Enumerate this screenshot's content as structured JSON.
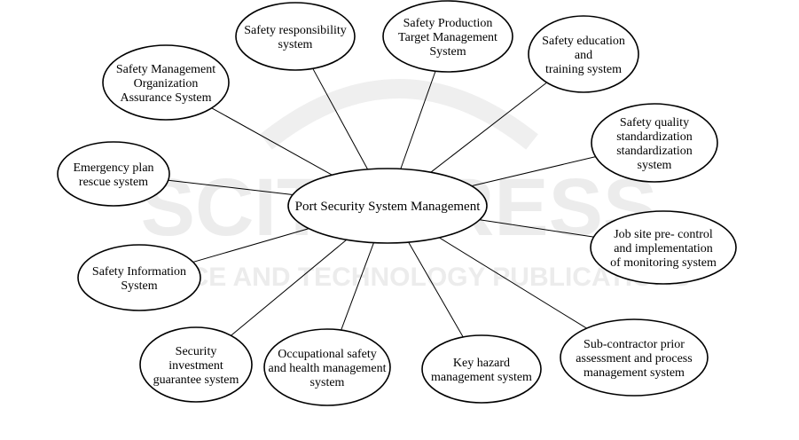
{
  "watermark": {
    "main": "SCITEPRESS",
    "sub": "SCIENCE AND TECHNOLOGY PUBLICATIONS"
  },
  "diagram": {
    "center": {
      "lines": [
        "Port Security System Management"
      ]
    },
    "nodes": [
      {
        "id": "safety-responsibility-system",
        "lines": [
          "Safety responsibility",
          "system"
        ]
      },
      {
        "id": "safety-production-target-management-system",
        "lines": [
          "Safety Production",
          "Target Management",
          "System"
        ]
      },
      {
        "id": "safety-education-training-system",
        "lines": [
          "Safety education",
          "and",
          "training system"
        ]
      },
      {
        "id": "safety-management-organization-assurance-system",
        "lines": [
          "Safety Management",
          "Organization",
          "Assurance System"
        ]
      },
      {
        "id": "safety-quality-standardization-system",
        "lines": [
          "Safety quality",
          "standardization",
          "standardization",
          "system"
        ]
      },
      {
        "id": "emergency-plan-rescue-system",
        "lines": [
          "Emergency plan",
          "rescue system"
        ]
      },
      {
        "id": "job-site-pre-control-system",
        "lines": [
          "Job site pre- control",
          "and implementation",
          "of monitoring system"
        ]
      },
      {
        "id": "safety-information-system",
        "lines": [
          "Safety Information",
          "System"
        ]
      },
      {
        "id": "sub-contractor-assessment-system",
        "lines": [
          "Sub-contractor prior",
          "assessment and process",
          "management system"
        ]
      },
      {
        "id": "security-investment-guarantee-system",
        "lines": [
          "Security",
          "investment",
          "guarantee system"
        ]
      },
      {
        "id": "occupational-safety-health-system",
        "lines": [
          "Occupational safety",
          "and health management",
          "system"
        ]
      },
      {
        "id": "key-hazard-management-system",
        "lines": [
          "Key hazard",
          "management system"
        ]
      }
    ]
  }
}
